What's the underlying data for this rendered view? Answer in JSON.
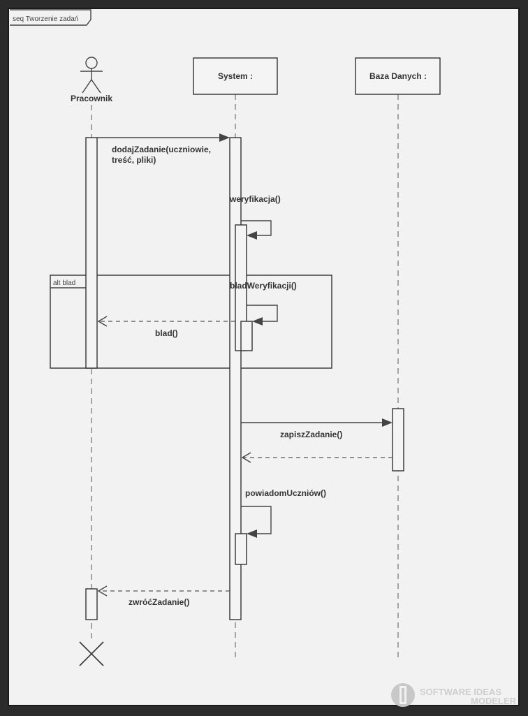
{
  "diagram": {
    "frame_label": "seq Tworzenie zadań",
    "participants": {
      "actor": "Pracownik",
      "system": "System :",
      "db": "Baza Danych :"
    },
    "alt_label": "alt blad",
    "messages": {
      "dodaj_line1": "dodajZadanie(uczniowie,",
      "dodaj_line2": "treść, pliki)",
      "weryfikacja": "weryfikacja()",
      "blad_weryfikacji": "bladWeryfikacji()",
      "blad": "blad()",
      "zapisz": "zapiszZadanie()",
      "powiadom": "powiadomUczniów()",
      "zwroc": "zwróćZadanie()"
    }
  },
  "watermark": {
    "line1": "SOFTWARE IDEAS",
    "line2": "MODELER"
  }
}
